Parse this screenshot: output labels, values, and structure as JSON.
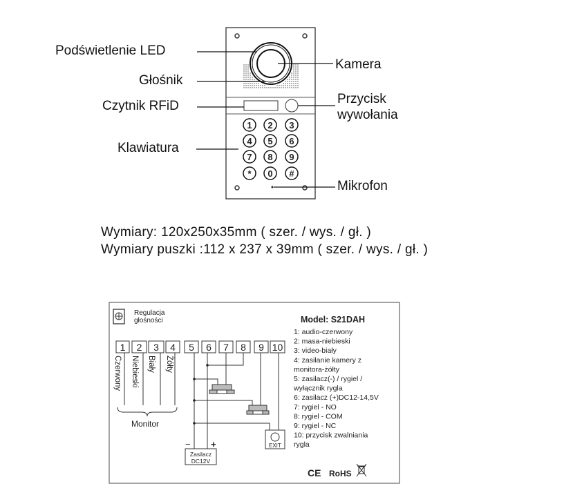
{
  "device_labels": {
    "led": "Podświetlenie LED",
    "speaker": "Głośnik",
    "rfid": "Czytnik RFiD",
    "keypad": "Klawiatura",
    "camera": "Kamera",
    "call_button_line1": "Przycisk",
    "call_button_line2": "wywołania",
    "microphone": "Mikrofon"
  },
  "keypad_keys": [
    "1",
    "2",
    "3",
    "4",
    "5",
    "6",
    "7",
    "8",
    "9",
    "*",
    "0",
    "#"
  ],
  "dimensions": {
    "panel": "Wymiary: 120x250x35mm ( szer. / wys. / gł. )",
    "box": "Wymiary puszki :112 x 237 x 39mm ( szer. / wys. / gł. )"
  },
  "wiring": {
    "volume_line1": "Regulacja",
    "volume_line2": "głośności",
    "terminals": [
      "1",
      "2",
      "3",
      "4",
      "5",
      "6",
      "7",
      "8",
      "9",
      "10"
    ],
    "monitor_wires": [
      "Czerwony",
      "Niebieski",
      "Biały",
      "Żółty"
    ],
    "monitor_label": "Monitor",
    "minus": "−",
    "plus": "+",
    "psu_line1": "Zasilacz",
    "psu_line2": "DC12V",
    "exit_label": "EXIT",
    "model": "Model: S21DAH",
    "legend": [
      "1: audio-czerwony",
      "2: masa-niebieski",
      "3: video-biały",
      "4: zasilanie kamery z",
      "   monitora-żółty",
      "5: zasilacz(-) / rygiel /",
      "   wyłącznik rygla",
      "6: zasilacz (+)DC12-14,5V",
      "7: rygiel - NO",
      "8: rygiel - COM",
      "9: rygiel - NC",
      "10: przycisk zwalniania",
      "      rygla"
    ],
    "ce": "CE",
    "rohs": "RoHS"
  }
}
